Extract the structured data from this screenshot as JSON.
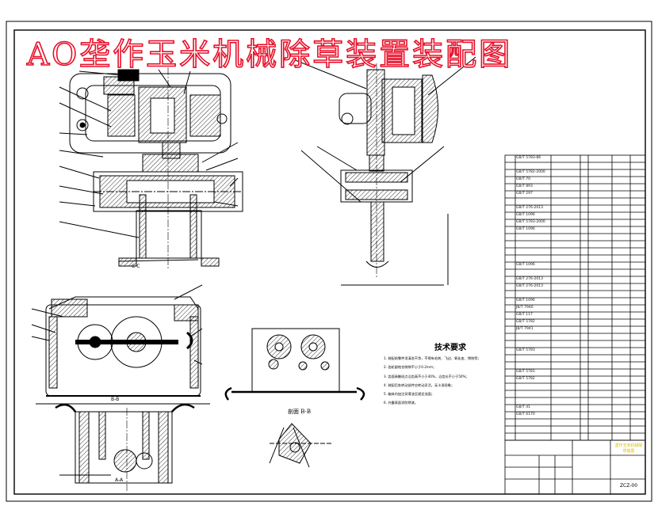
{
  "title": "AO垄作玉米机械除草装置装配图",
  "technical_requirements": {
    "heading": "技术要求",
    "notes": [
      "1. 装配前零件须清洗干净，不得有毛刺、飞边、氧化皮、锈蚀等；",
      "2. 齿轮副啮合侧隙不小于0.2mm；",
      "3. 齿面接触斑点沿齿高不小于40%，沿齿长不小于50%；",
      "4. 装配后各转动部件应转动灵活，无卡滞现象；",
      "5. 箱体内加注润滑油至规定油面；",
      "6. 外露表面涂防锈漆。"
    ]
  },
  "section_label": "剖面 B-B",
  "view_labels": [
    "C-C",
    "B-B",
    "A-A"
  ],
  "parts_list": {
    "standards": [
      "GB/T 5783-86",
      "",
      "GB/T 5782-2000",
      "GB/T 70",
      "GB/T 893",
      "GB/T 297",
      "",
      "GB/T 276-2013",
      "GB/T 1096",
      "GB/T 5783-2000",
      "GB/T 1096",
      "",
      "",
      "",
      "",
      "GB/T 1096",
      "",
      "GB/T 276-2013",
      "GB/T 276-2013",
      "",
      "GB/T 1096",
      "JB/T 7940",
      "GB/T 117",
      "GB/T 5782",
      "JB/T 7941",
      "",
      "",
      "GB/T 5783",
      "",
      "",
      "GB/T 5781",
      "GB/T 5782",
      "",
      "",
      "",
      "GB/T 41",
      "GB/T 6170",
      ""
    ],
    "row_count": 40
  },
  "title_block": {
    "name": "垄作玉米机械除草装置",
    "drawing_no": "ZCZ-00"
  },
  "colors": {
    "line": "#000000",
    "title": "#e8102a",
    "table_text": "#d8c000",
    "hatch": "#000000"
  }
}
